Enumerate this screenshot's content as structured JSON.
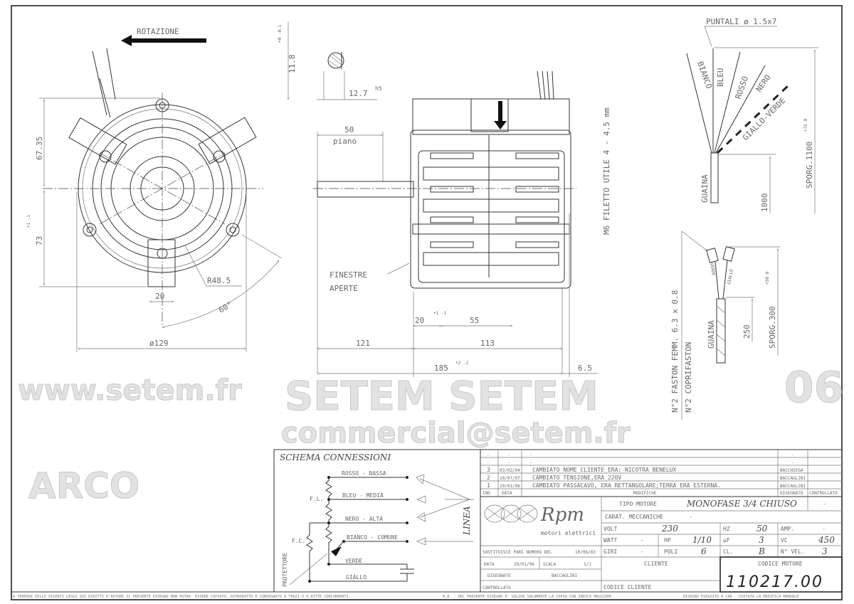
{
  "drawing": {
    "rotation_label": "ROTAZIONE",
    "front_view": {
      "dim_height_top": "67.35",
      "dim_height_bottom": "73",
      "dim_height_bottom_tol": "+1 -1",
      "dim_radius": "R48.5",
      "dim_tab_width": "20",
      "dim_angle": "60°",
      "dim_diameter": "ø129"
    },
    "shaft_section": {
      "dim_flat": "11.8",
      "dim_flat_tol": "+0 -0.1",
      "dim_shaft": "12.7",
      "dim_shaft_tol": "h5"
    },
    "side_view": {
      "dim_flat_length": "50",
      "flat_label": "piano",
      "windows_label_1": "FINESTRE",
      "windows_label_2": "APERTE",
      "dim_20": "20",
      "dim_20_tol": "+1 -1",
      "dim_55": "55",
      "dim_121": "121",
      "dim_113": "113",
      "dim_185": "185",
      "dim_185_tol": "+2 -2",
      "dim_6_5": "6.5",
      "thread_note": "M6 FILETTO UTILE 4 - 4.5 mm"
    },
    "main_cable": {
      "tips_label": "PUNTALI ø 1.5x7",
      "wires": [
        "BIANCO",
        "BLEU",
        "ROSSO",
        "NERO",
        "GIALLO-VERDE"
      ],
      "sheath_label": "GUAINA",
      "dim_sheath": "1000",
      "dim_total": "SPORG.1100",
      "dim_total_tol": "+75 0"
    },
    "capacitor_cable": {
      "faston_note": "N°2 FASTON FEMM. 6.3 x 0.8",
      "cover_note": "N°2 COPRIFASTON",
      "wires": [
        "VERDE",
        "GIALLO"
      ],
      "sheath_label": "GUAINA",
      "dim_sheath": "250",
      "dim_total": "SPORG.300",
      "dim_total_tol": "+50 0"
    }
  },
  "watermarks": [
    "www.setem.fr",
    "SETEM SETEM",
    "commercial@setem.fr",
    "ARCO",
    "06"
  ],
  "schema": {
    "title": "SCHEMA CONNESSIONI",
    "lines": [
      "ROSSO - BASSA",
      "BLEU - MEDIA",
      "NERO - ALTA",
      "BIANCO - COMUNE",
      "VERDE",
      "GIALLO"
    ],
    "fl_label": "F.L.",
    "fc_label": "F.C.",
    "protector_label": "PROTETTORE",
    "line_label": "LINEA"
  },
  "revisions": {
    "rows": [
      {
        "ind": "-",
        "date": "-",
        "change": "-",
        "drawn": "-",
        "checked": ""
      },
      {
        "ind": "-",
        "date": "-",
        "change": "-",
        "drawn": "-",
        "checked": ""
      },
      {
        "ind": "3",
        "date": "03/02/04",
        "change": "CAMBIATO NOME CLIENTE ERA: NICOTRA BENELUX",
        "drawn": "BACCHIEGA",
        "checked": ""
      },
      {
        "ind": "2",
        "date": "10/07/97",
        "change": "CAMBIATO TENSIONE,ERA 220V",
        "drawn": "BACCAGLINI",
        "checked": ""
      },
      {
        "ind": "1",
        "date": "29/01/96",
        "change": "CAMBIATO PASSACAVO, ERA RETTANGOLARE;TERRA ERA ESTERNA.",
        "drawn": "BACCAGLINI",
        "checked": ""
      }
    ],
    "headers": {
      "ind": "IND",
      "date": "DATA",
      "change": "MODIFICHE",
      "drawn": "DISEGNATO",
      "checked": "CONTROLLATO"
    }
  },
  "logo": {
    "brand": "Rpm",
    "tagline": "motori elettrici"
  },
  "title_block": {
    "motor_type_label": "TIPO MOTORE",
    "motor_type": "MONOFASE 3/4 CHIUSO",
    "motor_type_extra": "-",
    "mech_label": "CARAT. MECCANICHE",
    "mech_value": "-",
    "volt_label": "VOLT",
    "volt": "230",
    "hz_label": "HZ",
    "hz": "50",
    "amp_label": "AMP.",
    "amp": "-",
    "watt_label": "WATT",
    "watt": "-",
    "hp_label": "HP",
    "hp": "1/10",
    "uf_label": "µF",
    "uf": "3",
    "vc_label": "VC",
    "vc": "450",
    "rpm_label": "GIRI",
    "rpm": "-",
    "poles_label": "POLI",
    "poles": "6",
    "class_label": "CL.",
    "class": "B",
    "speeds_label": "N° VEL.",
    "speeds": "3",
    "replaces_label": "SOSTITUISCE PARI NUMERO DEL",
    "replaces_date": "10/06/83",
    "date_label": "DATA",
    "date": "29/01/96",
    "scale_label": "SCALA",
    "scale": "1/1",
    "drawn_label": "DISEGNATO",
    "drawn": "BACCAGLINI",
    "checked_label": "CONTROLLATO",
    "client_label": "CLIENTE",
    "client_code_label": "CODICE CLIENTE",
    "motor_code_label": "CODICE MOTORE",
    "motor_code": "110217.00"
  },
  "footer": {
    "copyright": "A TERMINI DELLE VIGENTI LEGGI SUI DIRITTI D'AUTORE IL PRESENTE DISEGNO NON POTRA' ESSERE COPIATO, RIPRODOTTO O CONSEGNATO A TERZI O A DITTE CONCORRENTI.",
    "note": "N.B. - DEL PRESENTE DISEGNO E' VALIDA SOLAMENTE LA COPIA CON INDICE MAGGIORE.",
    "cad": "DISEGNO ESEGUITO A CAD - VIETATA LA MODIFICA MANUALE"
  }
}
